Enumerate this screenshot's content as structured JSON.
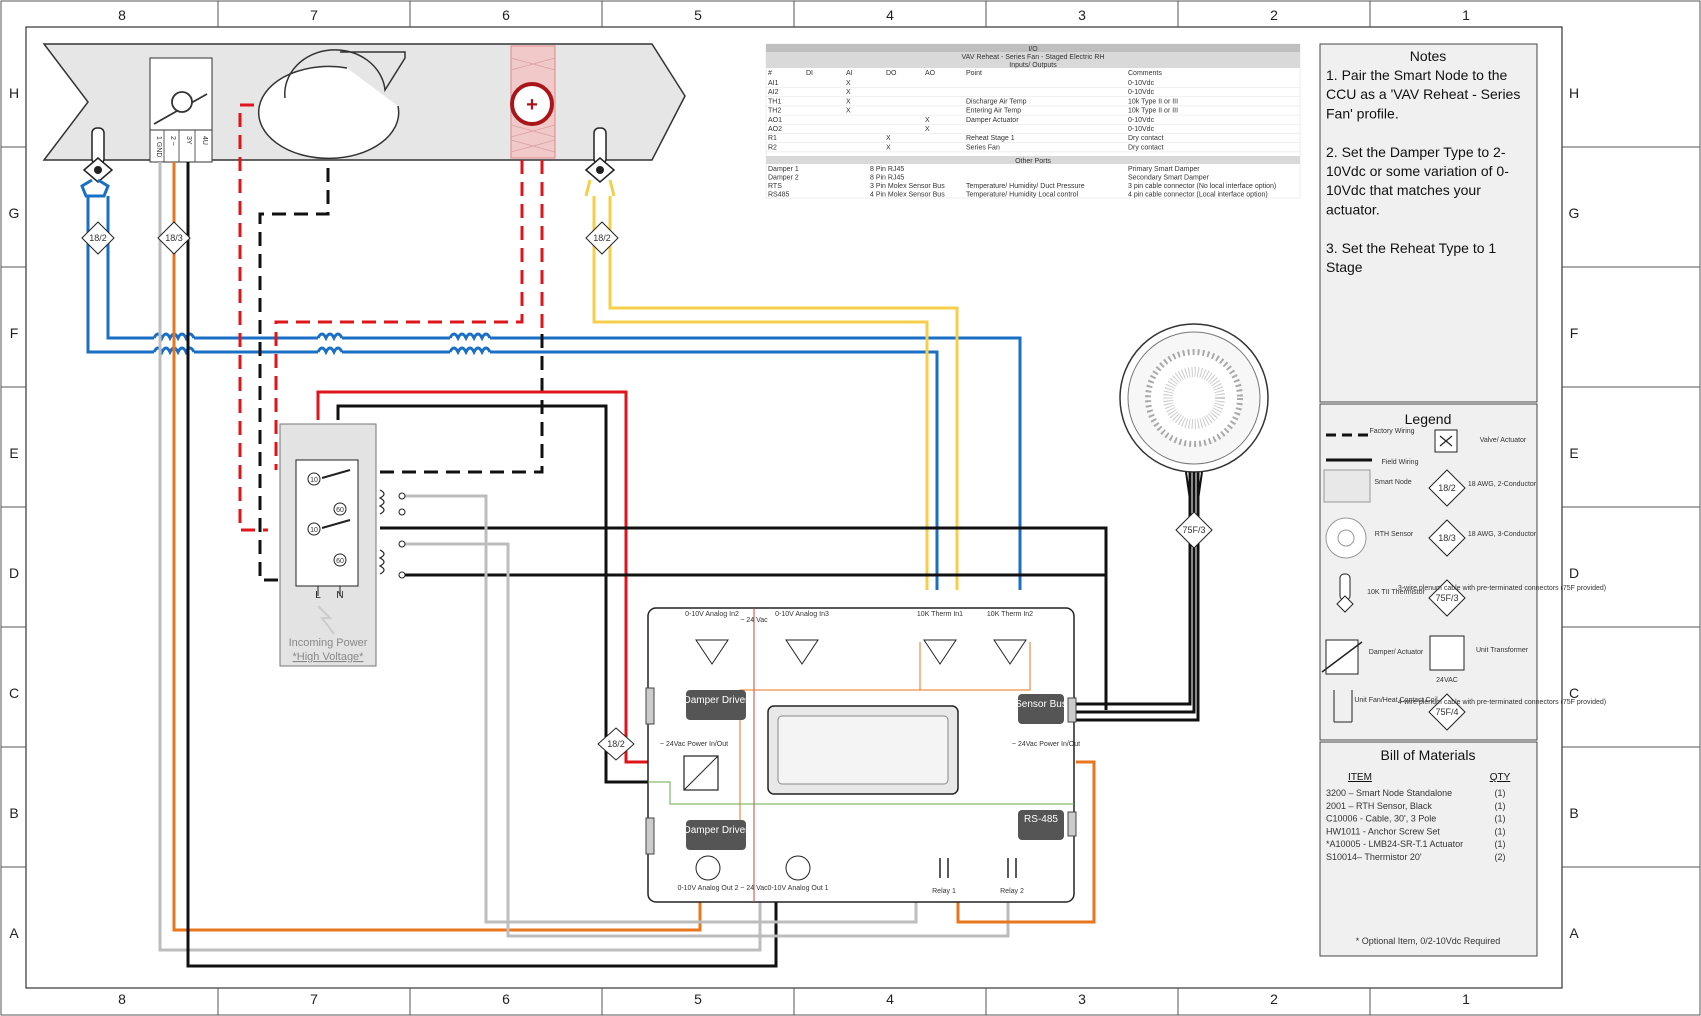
{
  "zones": {
    "cols": [
      "8",
      "7",
      "6",
      "5",
      "4",
      "3",
      "2",
      "1"
    ],
    "rows": [
      "H",
      "G",
      "F",
      "E",
      "D",
      "C",
      "B",
      "A"
    ]
  },
  "io_table": {
    "title": "I/O",
    "subtitle": "VAV Reheat - Series Fan - Staged Electric RH",
    "section_io": "Inputs/ Outputs",
    "headers": [
      "#",
      "DI",
      "AI",
      "DO",
      "AO",
      "Point",
      "Comments"
    ],
    "rows": [
      [
        "AI1",
        "",
        "X",
        "",
        "",
        "",
        "0-10Vdc"
      ],
      [
        "AI2",
        "",
        "X",
        "",
        "",
        "",
        "0-10Vdc"
      ],
      [
        "TH1",
        "",
        "X",
        "",
        "",
        "Discharge Air Temp",
        "10k Type II or III"
      ],
      [
        "TH2",
        "",
        "X",
        "",
        "",
        "Entering Air Temp",
        "10k Type II or III"
      ],
      [
        "AO1",
        "",
        "",
        "",
        "X",
        "Damper Actuator",
        "0-10Vdc"
      ],
      [
        "AO2",
        "",
        "",
        "",
        "X",
        "",
        "0-10Vdc"
      ],
      [
        "R1",
        "",
        "",
        "X",
        "",
        "Reheat Stage 1",
        "Dry contact"
      ],
      [
        "R2",
        "",
        "",
        "X",
        "",
        "Series Fan",
        "Dry contact"
      ]
    ],
    "section_ports": "Other Ports",
    "port_rows": [
      [
        "Damper 1",
        "8 Pin RJ45",
        "",
        "Primary Smart Damper"
      ],
      [
        "Damper 2",
        "8 Pin RJ45",
        "",
        "Secondary Smart Damper"
      ],
      [
        "RTS",
        "3 Pin Molex Sensor Bus",
        "Temperature/ Humidity/ Duct Pressure",
        "3 pin cable connector (No local interface option)"
      ],
      [
        "RS485",
        "4 Pin Molex Sensor Bus",
        "Temperature/ Humidity Local control",
        "4 pin cable connector (Local interface option)"
      ]
    ]
  },
  "notes": {
    "title": "Notes",
    "lines": [
      "1. Pair the Smart Node to the",
      "CCU as a 'VAV Reheat - Series",
      "Fan' profile.",
      "",
      "2. Set the Damper Type to 2-",
      "10Vdc or some variation of 0-",
      "10Vdc that matches your",
      "actuator.",
      "",
      "3. Set the Reheat Type to 1",
      "Stage"
    ]
  },
  "legend": {
    "title": "Legend",
    "factory": "Factory Wiring",
    "field": "Field Wiring",
    "valve": "Valve/ Actuator",
    "smart_node": "Smart Node",
    "awg2": "18 AWG, 2-Conductor",
    "rth": "RTH Sensor",
    "awg3": "18 AWG, 3-Conductor",
    "thermistor": "10K TII Thermistor",
    "plenum3": "3-wire plenum cable with pre-terminated connectors (75F provided)",
    "damper": "Damper/ Actuator",
    "transformer": "Unit Transformer",
    "transformer_sub": "24VAC",
    "coil": "Unit Fan/Heat Contact Coil",
    "plenum4": "4-wire plenum cable with pre-terminated connectors (75F provided)",
    "tag_18_2": "18/2",
    "tag_18_3": "18/3",
    "tag_75f3": "75F/3",
    "tag_75f4": "75F/4"
  },
  "bom": {
    "title": "Bill of Materials",
    "col_item": "ITEM",
    "col_qty": "QTY",
    "items": [
      {
        "item": "3200 – Smart Node Standalone",
        "qty": "(1)"
      },
      {
        "item": "2001 – RTH Sensor, Black",
        "qty": "(1)"
      },
      {
        "item": "C10006 - Cable, 30', 3 Pole",
        "qty": "(1)"
      },
      {
        "item": "HW1011 - Anchor Screw Set",
        "qty": "(1)"
      },
      {
        "item": "*A10005 - LMB24-SR-T.1 Actuator",
        "qty": "(1)"
      },
      {
        "item": "S10014– Thermistor 20'",
        "qty": "(2)"
      }
    ],
    "footnote": "* Optional Item, 0/2-10Vdc Required"
  },
  "diagram": {
    "tag_18_2": "18/2",
    "tag_18_3": "18/3",
    "tag_75f3": "75F/3",
    "terminal_labels": [
      "1 GND",
      "2 ~",
      "3Y",
      "4U"
    ],
    "relay_l": "L",
    "relay_n": "N",
    "incoming_power": "Incoming Power",
    "high_voltage": "*High Voltage*",
    "contact_labels": [
      "10",
      "60",
      "10",
      "60"
    ],
    "node": {
      "analog_in2": "0-10V Analog In2",
      "vac_top": "~ 24 Vac",
      "analog_in3": "0-10V Analog In3",
      "therm_in1": "10K Therm In1",
      "therm_in2": "10K Therm In2",
      "damper_driver": "Damper Driver",
      "power_left": "~ 24Vac Power In/Out",
      "sensor_bus": "Sensor Bus",
      "power_right": "~ 24Vac Power In/Out",
      "rs485": "RS-485",
      "analog_out2": "0-10V Analog Out 2",
      "vac_bottom": "~ 24 Vac",
      "analog_out1": "0-10V Analog Out 1",
      "relay1": "Relay 1",
      "relay2": "Relay 2"
    }
  },
  "colors": {
    "blue": "#1a6fc4",
    "yellow": "#f5cf4a",
    "red": "#e0151b",
    "orange": "#e8761c",
    "gray": "#bdbdbd",
    "black": "#111111",
    "green": "#6aa84f"
  }
}
